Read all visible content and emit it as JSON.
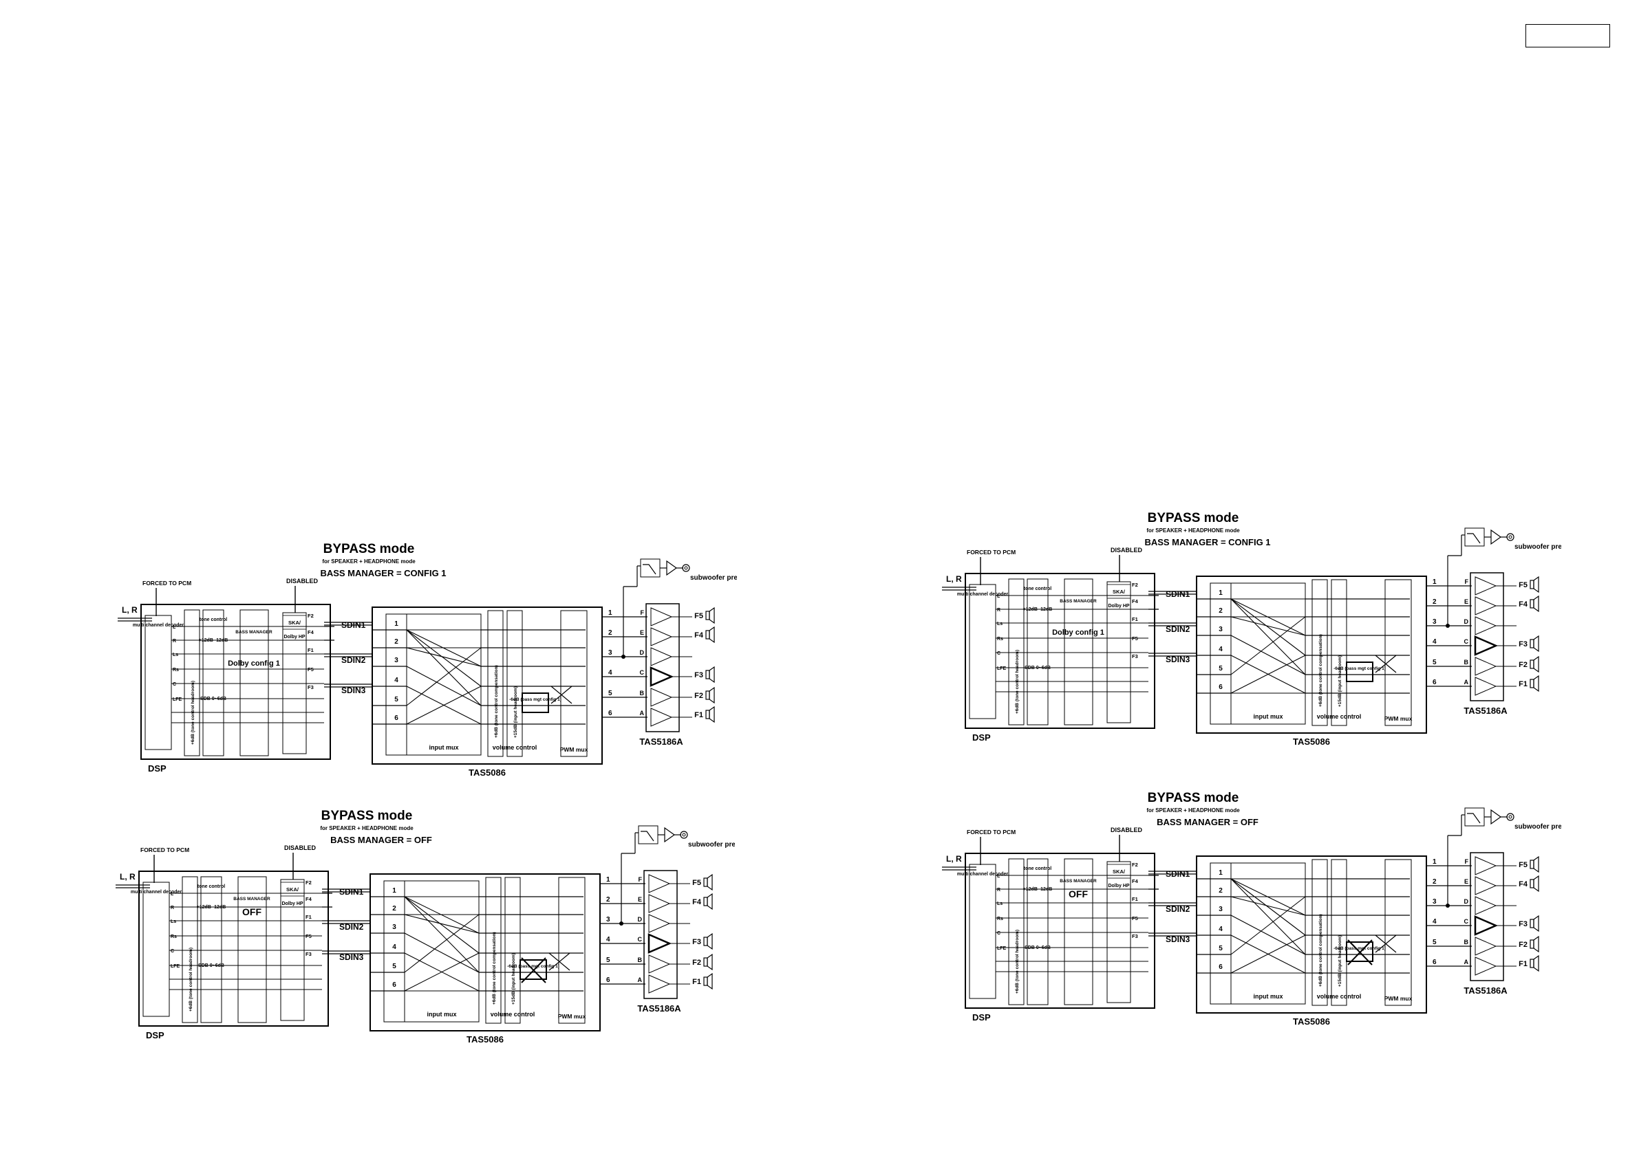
{
  "diagrams": [
    {
      "title": "BYPASS mode",
      "subtitle": "for SPEAKER + HEADPHONE mode",
      "bass_manager": "BASS MANAGER = CONFIG 1",
      "bm_block": "Dolby config 1",
      "bm_off": false,
      "bass_mgt": "-6dB (bass mgt config 1)",
      "bass_mgt_crossed": false
    },
    {
      "title": "BYPASS mode",
      "subtitle": "for SPEAKER + HEADPHONE mode",
      "bass_manager": "BASS MANAGER = OFF",
      "bm_block": "OFF",
      "bm_off": true,
      "bass_mgt": "-6dB (bass mgt config 1)",
      "bass_mgt_crossed": true
    },
    {
      "title": "BYPASS mode",
      "subtitle": "for SPEAKER + HEADPHONE mode",
      "bass_manager": "BASS MANAGER = CONFIG 1",
      "bm_block": "Dolby config 1",
      "bm_off": false,
      "bass_mgt": "-6dB (bass mgt config 1)",
      "bass_mgt_crossed": false
    },
    {
      "title": "BYPASS mode",
      "subtitle": "for SPEAKER + HEADPHONE mode",
      "bass_manager": "BASS MANAGER = OFF",
      "bm_block": "OFF",
      "bm_off": true,
      "bass_mgt": "-6dB (bass mgt config 1)",
      "bass_mgt_crossed": true
    }
  ],
  "labels": {
    "forced_pcm": "FORCED TO PCM",
    "disabled": "DISABLED",
    "input_lr": "L, R",
    "decoder": "multi channel decoder",
    "decoder_outputs": [
      "L",
      "R",
      "Ls",
      "Rs",
      "C",
      "LFE"
    ],
    "headroom": "+6dB (tone control headroom)",
    "tone": "tone control",
    "tone_range": "+12dB -12dB",
    "sdb": "SDB 0~6dB",
    "bass_mgr": "BASS MANAGER",
    "ska": "SKA/",
    "dolby_hp": "Dolby HP",
    "f_side": [
      "F2",
      "F4",
      "F1",
      "F5",
      "F3"
    ],
    "sdin": [
      "SDIN1",
      "SDIN2",
      "SDIN3"
    ],
    "mux_nums": [
      "1",
      "2",
      "3",
      "4",
      "5",
      "6"
    ],
    "tone_comp": "+6dB (tone control compensation)",
    "input_headroom": "+15dB (input headroom)",
    "input_mux": "input mux",
    "volume_control": "volume control",
    "pwm_mux": "PWM mux",
    "out_nums": [
      "1",
      "2",
      "3",
      "4",
      "5",
      "6"
    ],
    "amp_letters": [
      "F",
      "E",
      "D",
      "C",
      "B",
      "A"
    ],
    "speakers": [
      "F5",
      "F4",
      "",
      "F3",
      "F2",
      "F1"
    ],
    "subwoofer": "subwoofer pre-out",
    "dsp": "DSP",
    "tas5086": "TAS5086",
    "tas5186a": "TAS5186A"
  }
}
